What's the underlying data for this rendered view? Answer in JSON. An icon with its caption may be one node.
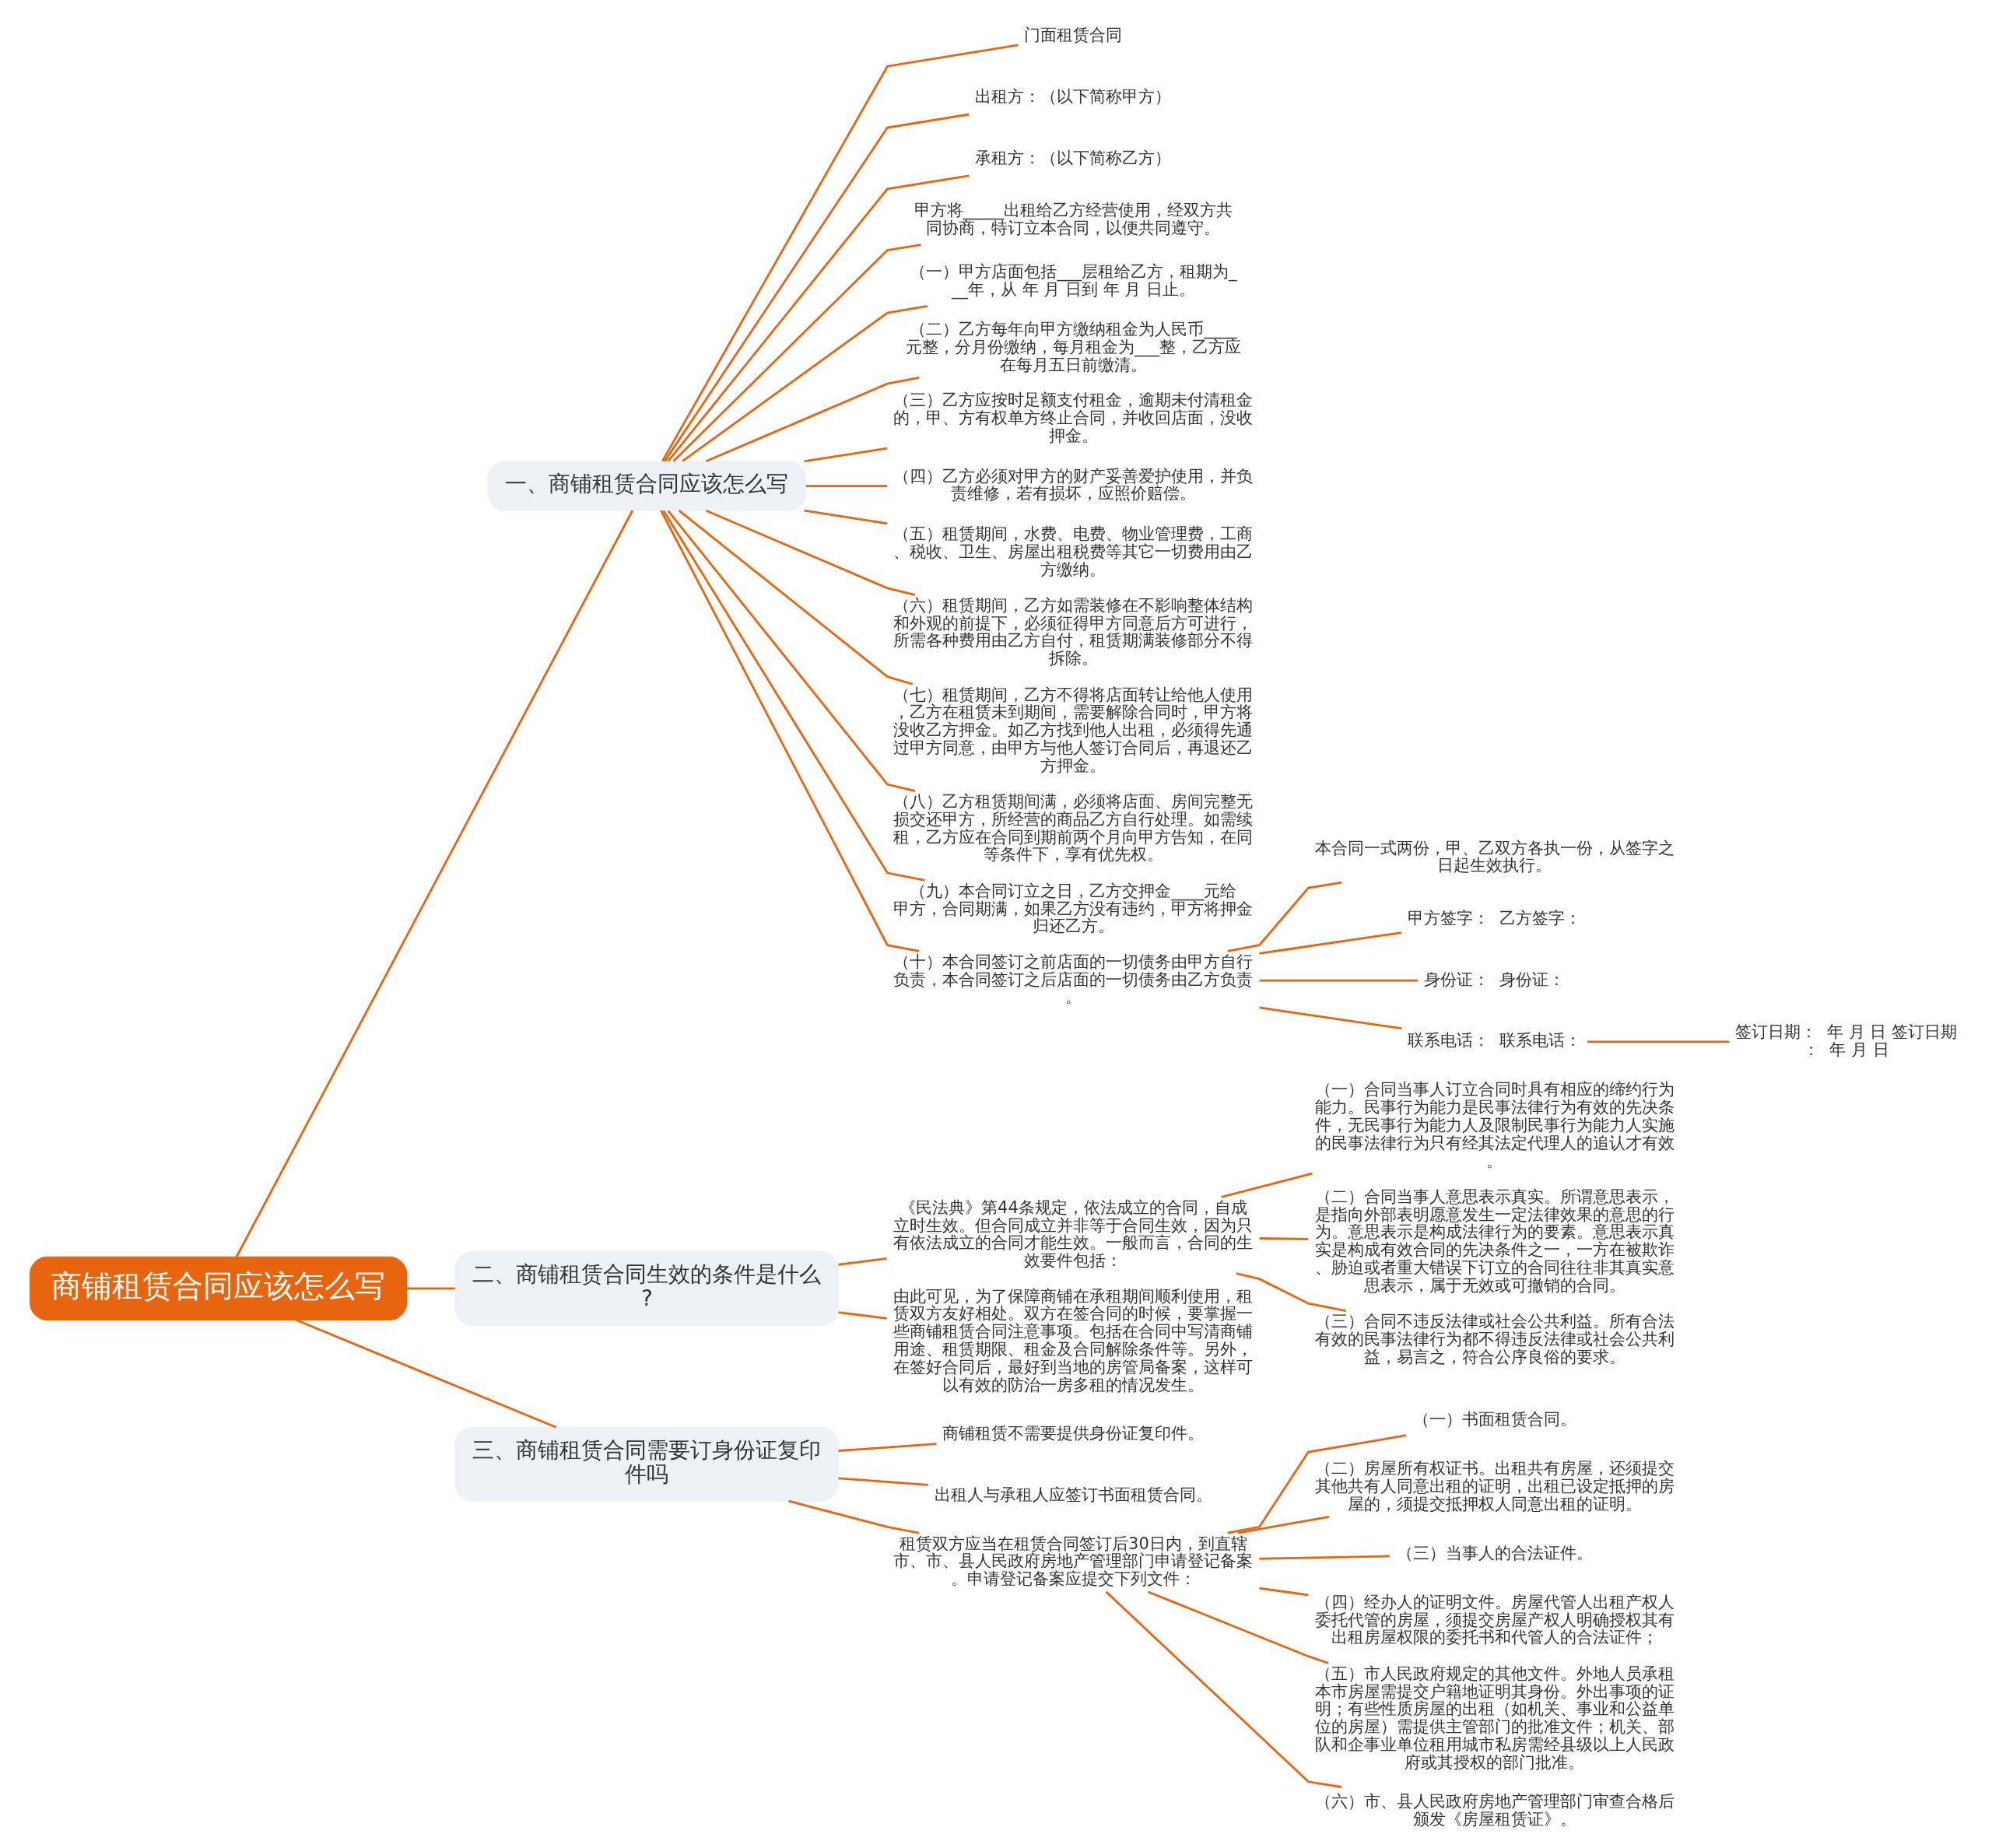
{
  "diagram": {
    "nodes": [
      {
        "text": [
          "商铺租赁合同应该怎么写"
        ]
      },
      {
        "text": [
          "一、商铺租赁合同应该怎么写"
        ]
      },
      {
        "text": [
          "门面租赁合同"
        ]
      },
      {
        "text": [
          "出租方：（以下简称甲方）"
        ]
      },
      {
        "text": [
          "承租方：（以下简称乙方）"
        ]
      },
      {
        "text": [
          "甲方将_____出租给乙方经营使用，经双方共同协商，特订立本合同，以便共同遵守。"
        ]
      },
      {
        "text": [
          "（一）甲方店面包括___层租给乙方，租期为___年，从 年 月 日到 年 月 日止。"
        ]
      },
      {
        "text": [
          "（二）乙方每年向甲方缴纳租金为人民币____元整，分月份缴纳，每月租金为___整，乙方应在每月五日前缴清。"
        ]
      },
      {
        "text": [
          "（三）乙方应按时足额支付租金，逾期未付清租金的，甲、方有权单方终止合同，并收回店面，没收押金。"
        ]
      },
      {
        "text": [
          "（四）乙方必须对甲方的财产妥善爱护使用，并负责维修，若有损坏，应照价赔偿。"
        ]
      },
      {
        "text": [
          "（五）租赁期间，水费、电费、物业管理费，工商、税收、卫生、房屋出租税费等其它一切费用由乙方缴纳。"
        ]
      },
      {
        "text": [
          "（六）租赁期间，乙方如需装修在不影响整体结构和外观的前提下，必须征得甲方同意后方可进行，所需各种费用由乙方自付，租赁期满装修部分不得拆除。"
        ]
      },
      {
        "text": [
          "（七）租赁期间，乙方不得将店面转让给他人使用，乙方在租赁未到期间，需要解除合同时，甲方将没收乙方押金。如乙方找到他人出租，必须得先通过甲方同意，由甲方与他人签订合同后，再退还乙方押金。"
        ]
      },
      {
        "text": [
          "（八）乙方租赁期间满，必须将店面、房间完整无损交还甲方，所经营的商品乙方自行处理。如需续租，乙方应在合同到期前两个月向甲方告知，在同等条件下，享有优先权。"
        ]
      },
      {
        "text": [
          "（九）本合同订立之日，乙方交押金____元给甲方，合同期满，如果乙方没有违约，甲方将押金归还乙方。"
        ]
      },
      {
        "text": [
          "（十）本合同签订之前店面的一切债务由甲方自行负责，本合同签订之后店面的一切债务由乙方负责。"
        ]
      },
      {
        "text": [
          "本合同一式两份，甲、乙双方各执一份，从签字之日起生效执行。"
        ]
      },
      {
        "text": [
          "甲方签字：  乙方签字："
        ]
      },
      {
        "text": [
          "身份证：  身份证："
        ]
      },
      {
        "text": [
          "联系电话：  联系电话："
        ]
      },
      {
        "text": [
          "签订日期：  年 月 日 签订日期：  年 月 日"
        ]
      },
      {
        "text": [
          "二、商铺租赁合同生效的条件是什么?"
        ]
      },
      {
        "text": [
          "《民法典》第44条规定，依法成立的合同，自成立时生效。但合同成立并非等于合同生效，因为只有依法成立的合同才能生效。一般而言，合同的生效要件包括："
        ]
      },
      {
        "text": [
          "（一）合同当事人订立合同时具有相应的缔约行为能力。民事行为能力是民事法律行为有效的先决条件，无民事行为能力人及限制民事行为能力人实施的民事法律行为只有经其法定代理人的追认才有效。"
        ]
      },
      {
        "text": [
          "（二）合同当事人意思表示真实。所谓意思表示，是指向外部表明愿意发生一定法律效果的意思的行为。意思表示是构成法律行为的要素。意思表示真实是构成有效合同的先决条件之一，一方在被欺诈、胁迫或者重大错误下订立的合同往往非其真实意思表示，属于无效或可撤销的合同。"
        ]
      },
      {
        "text": [
          "（三）合同不违反法律或社会公共利益。所有合法有效的民事法律行为都不得违反法律或社会公共利益，易言之，符合公序良俗的要求。"
        ]
      },
      {
        "text": [
          "由此可见，为了保障商铺在承租期间顺利使用，租赁双方友好相处。双方在签合同的时候，要掌握一些商铺租赁合同注意事项。包括在合同中写清商铺用途、租赁期限、租金及合同解除条件等。另外，在签好合同后，最好到当地的房管局备案，这样可以有效的防治一房多租的情况发生。"
        ]
      },
      {
        "text": [
          "三、商铺租赁合同需要订身份证复印件吗"
        ]
      },
      {
        "text": [
          "商铺租赁不需要提供身份证复印件。"
        ]
      },
      {
        "text": [
          "出租人与承租人应签订书面租赁合同。"
        ]
      },
      {
        "text": [
          "租赁双方应当在租赁合同签订后30日内，到直辖市、市、县人民政府房地产管理部门申请登记备案。申请登记备案应提交下列文件："
        ]
      },
      {
        "text": [
          "（一）书面租赁合同。"
        ]
      },
      {
        "text": [
          "（二）房屋所有权证书。出租共有房屋，还须提交其他共有人同意出租的证明，出租已设定抵押的房屋的，须提交抵押权人同意出租的证明。"
        ]
      },
      {
        "text": [
          "（三）当事人的合法证件。"
        ]
      },
      {
        "text": [
          "（四）经办人的证明文件。房屋代管人出租产权人委托代管的房屋，须提交房屋产权人明确授权其有出租房屋权限的委托书和代管人的合法证件；"
        ]
      },
      {
        "text": [
          "（五）市人民政府规定的其他文件。外地人员承租本市房屋需提交户籍地证明其身份。外出事项的证明；有些性质房屋的出租（如机关、事业和公益单位的房屋）需提供主管部门的批准文件；机关、部队和企事业单位租用城市私房需经县级以上人民政府或其授权的部门批准。"
        ]
      },
      {
        "text": [
          "（六）市、县人民政府房地产管理部门审查合格后颁发《房屋租赁证》。"
        ]
      }
    ],
    "edges": [
      {
        "from": 0,
        "to": 1,
        "arrow": "none"
      },
      {
        "from": 1,
        "to": 2,
        "arrow": "none"
      },
      {
        "from": 1,
        "to": 3,
        "arrow": "none"
      },
      {
        "from": 1,
        "to": 4,
        "arrow": "none"
      },
      {
        "from": 1,
        "to": 5,
        "arrow": "none"
      },
      {
        "from": 1,
        "to": 6,
        "arrow": "none"
      },
      {
        "from": 1,
        "to": 7,
        "arrow": "none"
      },
      {
        "from": 1,
        "to": 8,
        "arrow": "none"
      },
      {
        "from": 1,
        "to": 9,
        "arrow": "none"
      },
      {
        "from": 1,
        "to": 10,
        "arrow": "none"
      },
      {
        "from": 1,
        "to": 11,
        "arrow": "none"
      },
      {
        "from": 1,
        "to": 12,
        "arrow": "none"
      },
      {
        "from": 1,
        "to": 13,
        "arrow": "none"
      },
      {
        "from": 1,
        "to": 14,
        "arrow": "none"
      },
      {
        "from": 1,
        "to": 15,
        "arrow": "none"
      },
      {
        "from": 15,
        "to": 16,
        "arrow": "none"
      },
      {
        "from": 15,
        "to": 17,
        "arrow": "none"
      },
      {
        "from": 15,
        "to": 18,
        "arrow": "none"
      },
      {
        "from": 15,
        "to": 19,
        "arrow": "none"
      },
      {
        "from": 19,
        "to": 20,
        "arrow": "none"
      },
      {
        "from": 0,
        "to": 21,
        "arrow": "none"
      },
      {
        "from": 21,
        "to": 22,
        "arrow": "none"
      },
      {
        "from": 22,
        "to": 23,
        "arrow": "none"
      },
      {
        "from": 22,
        "to": 24,
        "arrow": "none"
      },
      {
        "from": 22,
        "to": 25,
        "arrow": "none"
      },
      {
        "from": 21,
        "to": 26,
        "arrow": "none"
      },
      {
        "from": 0,
        "to": 27,
        "arrow": "none"
      },
      {
        "from": 27,
        "to": 28,
        "arrow": "none"
      },
      {
        "from": 27,
        "to": 29,
        "arrow": "none"
      },
      {
        "from": 27,
        "to": 30,
        "arrow": "none"
      },
      {
        "from": 30,
        "to": 31,
        "arrow": "none"
      },
      {
        "from": 30,
        "to": 32,
        "arrow": "none"
      },
      {
        "from": 30,
        "to": 33,
        "arrow": "none"
      },
      {
        "from": 30,
        "to": 34,
        "arrow": "none"
      },
      {
        "from": 30,
        "to": 35,
        "arrow": "none"
      },
      {
        "from": 30,
        "to": 36,
        "arrow": "none"
      }
    ]
  }
}
